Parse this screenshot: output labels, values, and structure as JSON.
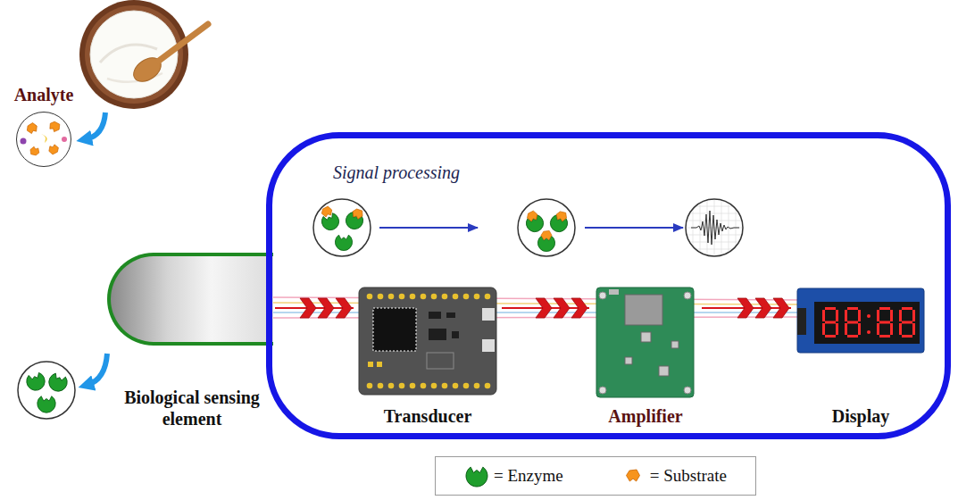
{
  "diagram": {
    "nodes": [
      {
        "text": [
          "Analyte"
        ]
      },
      {
        "text": [
          "Biological sensing element"
        ]
      },
      {
        "text": [
          "Signal processing"
        ]
      },
      {
        "text": [
          "Transducer"
        ],
        "in": 2
      },
      {
        "text": [
          "Amplifier"
        ],
        "in": 2
      },
      {
        "text": [
          "Display"
        ],
        "in": 2
      }
    ],
    "edges": [
      {
        "from": 1,
        "to": 3,
        "arrow": "to"
      },
      {
        "from": 3,
        "to": 4,
        "arrow": "to"
      },
      {
        "from": 4,
        "to": 5,
        "arrow": "to"
      }
    ],
    "legend": [
      {
        "text": "= Enzyme"
      },
      {
        "text": "= Substrate"
      }
    ]
  }
}
